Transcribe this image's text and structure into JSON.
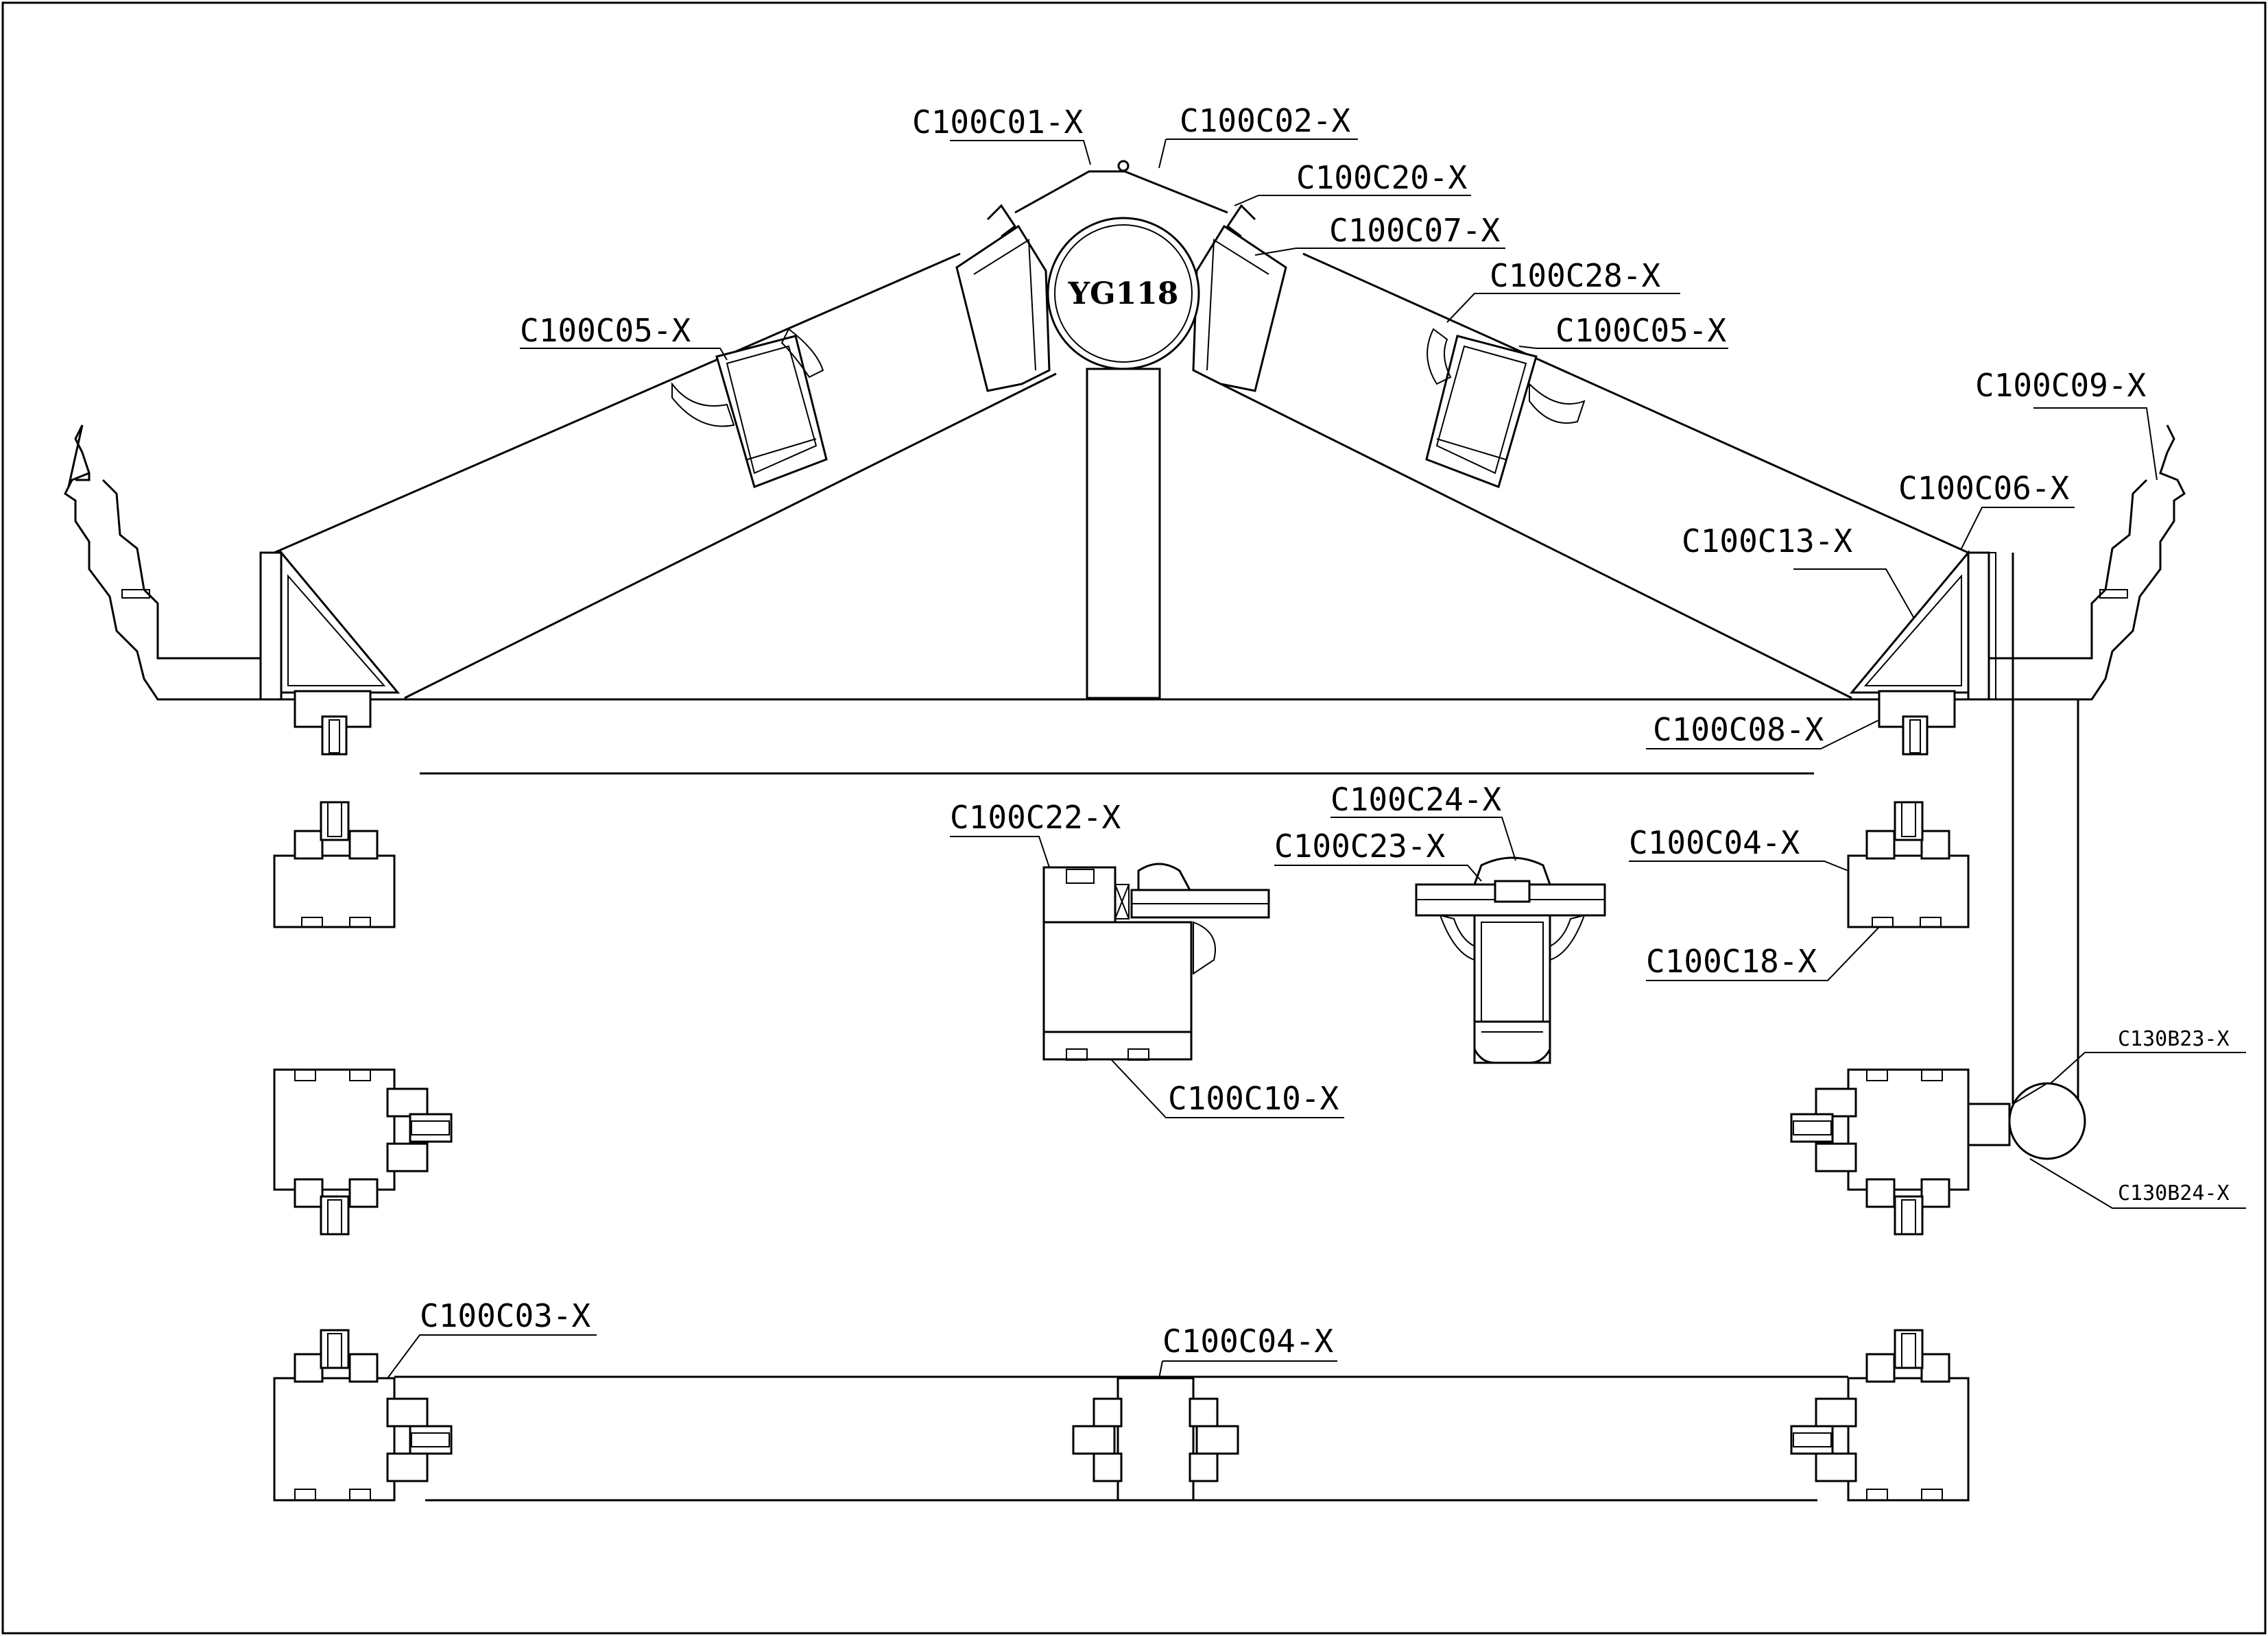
{
  "diagram": {
    "center_label": "YG118",
    "labels": {
      "c01": "C100C01-X",
      "c02": "C100C02-X",
      "c20": "C100C20-X",
      "c07": "C100C07-X",
      "c28": "C100C28-X",
      "c05_right": "C100C05-X",
      "c05_left": "C100C05-X",
      "c09": "C100C09-X",
      "c06": "C100C06-X",
      "c13": "C100C13-X",
      "c08": "C100C08-X",
      "c22": "C100C22-X",
      "c24": "C100C24-X",
      "c23": "C100C23-X",
      "c04_top": "C100C04-X",
      "c18": "C100C18-X",
      "c10": "C100C10-X",
      "b23": "C130B23-X",
      "b24": "C130B24-X",
      "c03": "C100C03-X",
      "c04_bottom": "C100C04-X"
    }
  }
}
